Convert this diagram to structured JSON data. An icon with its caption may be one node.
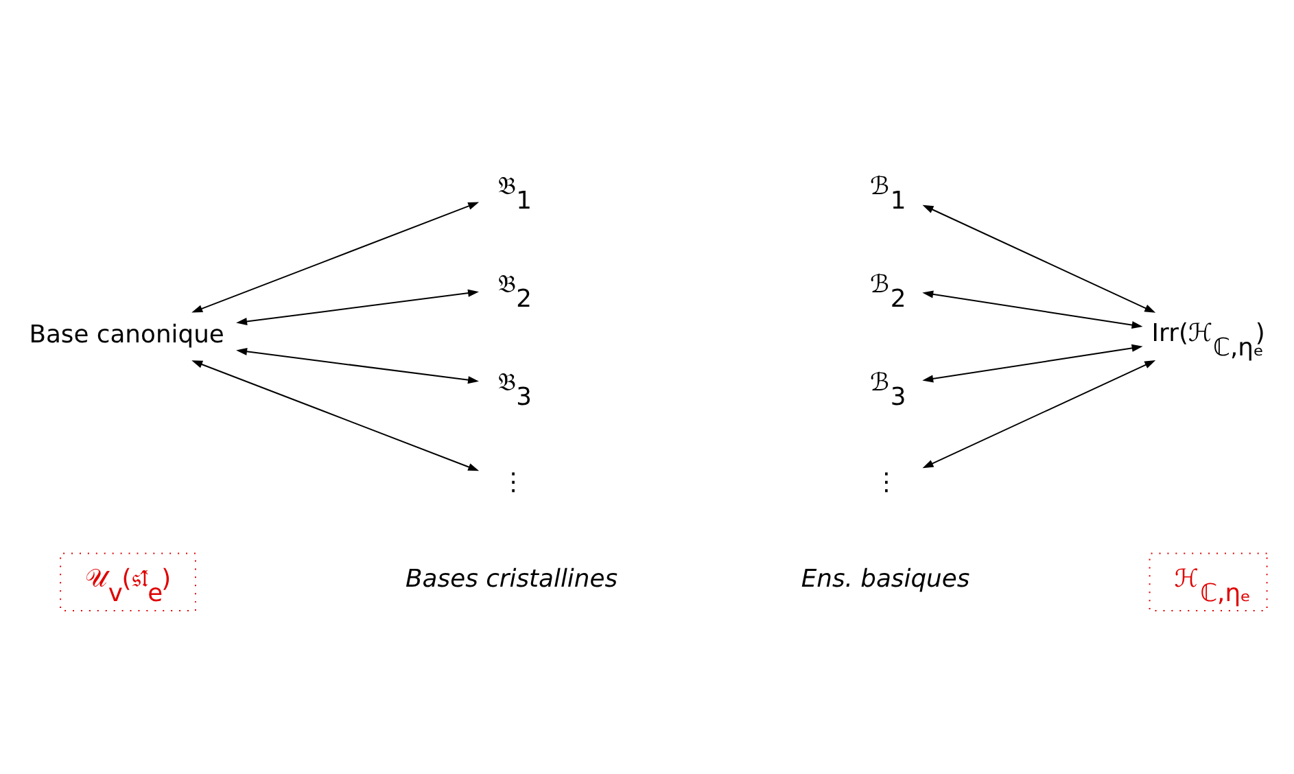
{
  "diagram": {
    "nodes": [
      {
        "text": [
          "𝒰$_{v}$(𝔰𝔩̂$_{e}$)"
        ]
      },
      {
        "text": [
          "ℋ$_{ℂ,ηₑ}$"
        ]
      },
      {
        "text": [
          "Base canonique"
        ]
      },
      {
        "text": [
          "𝔅$_{1}$"
        ]
      },
      {
        "text": [
          "𝔅$_{2}$"
        ]
      },
      {
        "text": [
          "𝔅$_{3}$"
        ]
      },
      {
        "text": [
          "⋮"
        ]
      },
      {
        "text": [
          "ℬ$_{1}$"
        ]
      },
      {
        "text": [
          "ℬ$_{2}$"
        ]
      },
      {
        "text": [
          "ℬ$_{3}$"
        ]
      },
      {
        "text": [
          "⋮"
        ]
      },
      {
        "text": [
          "Irr(ℋ$_{ℂ,ηₑ}$)"
        ]
      }
    ],
    "edges": [
      {
        "from": 2,
        "to": 3,
        "arrow": "both"
      },
      {
        "from": 2,
        "to": 4,
        "arrow": "both"
      },
      {
        "from": 2,
        "to": 5,
        "arrow": "both"
      },
      {
        "from": 2,
        "to": 6,
        "arrow": "both"
      },
      {
        "from": 7,
        "to": 11,
        "arrow": "both"
      },
      {
        "from": 8,
        "to": 11,
        "arrow": "both"
      },
      {
        "from": 9,
        "to": 11,
        "arrow": "both"
      },
      {
        "from": 10,
        "to": 11,
        "arrow": "both"
      }
    ],
    "labels": [
      "Bases cristallines",
      "Ens. basiques"
    ]
  }
}
